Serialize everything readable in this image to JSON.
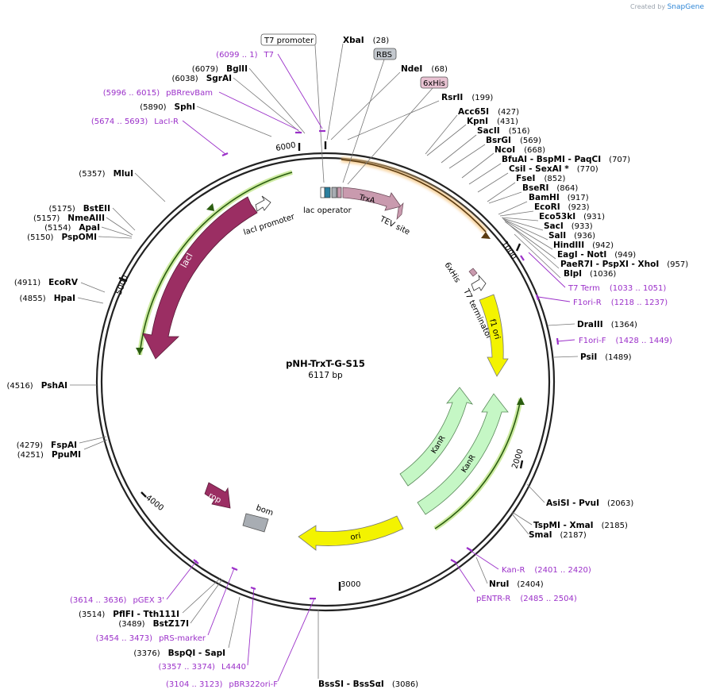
{
  "credit": {
    "prefix": "Created by",
    "brand": "SnapGene"
  },
  "plasmid": {
    "name": "pNH-TrxT-G-S15",
    "size": "6117 bp"
  },
  "ticks": [
    "1000",
    "2000",
    "3000",
    "4000",
    "5000",
    "6000"
  ],
  "features": {
    "t7_promoter": "T7 promoter",
    "rbs": "RBS",
    "sixhis_box": "6xHis",
    "trxa": "TrxA",
    "tev": "TEV site",
    "lac_operator": "lac operator",
    "laci_promoter": "lacI promoter",
    "laci": "lacI",
    "sixhis_inner": "6xHis",
    "t7_terminator": "T7 terminator",
    "f1_ori": "f1 ori",
    "kanr1": "KanR",
    "kanr2": "KanR",
    "ori": "ori",
    "rop": "rop",
    "bom": "bom"
  },
  "sites": [
    {
      "k": "xbai",
      "pos": "(28)",
      "name": "XbaI"
    },
    {
      "k": "ndei",
      "pos": "(68)",
      "name": "NdeI"
    },
    {
      "k": "rsrii",
      "pos": "(199)",
      "name": "RsrII"
    },
    {
      "k": "acc65i",
      "pos": "(427)",
      "name": "Acc65I"
    },
    {
      "k": "kpni",
      "pos": "(431)",
      "name": "KpnI"
    },
    {
      "k": "sacii",
      "pos": "(516)",
      "name": "SacII"
    },
    {
      "k": "bsrgi",
      "pos": "(569)",
      "name": "BsrGI"
    },
    {
      "k": "ncoi",
      "pos": "(668)",
      "name": "NcoI"
    },
    {
      "k": "bfuai",
      "pos": "(707)",
      "name": "BfuAI - BspMI - PaqCI"
    },
    {
      "k": "csii",
      "pos": "(770)",
      "name": "CsiI - SexAI *"
    },
    {
      "k": "fsei",
      "pos": "(852)",
      "name": "FseI"
    },
    {
      "k": "bseri",
      "pos": "(864)",
      "name": "BseRI"
    },
    {
      "k": "bamhi",
      "pos": "(917)",
      "name": "BamHI"
    },
    {
      "k": "ecori",
      "pos": "(923)",
      "name": "EcoRI"
    },
    {
      "k": "eco53ki",
      "pos": "(931)",
      "name": "Eco53kI"
    },
    {
      "k": "saci",
      "pos": "(933)",
      "name": "SacI"
    },
    {
      "k": "sali",
      "pos": "(936)",
      "name": "SalI"
    },
    {
      "k": "hindiii",
      "pos": "(942)",
      "name": "HindIII"
    },
    {
      "k": "eagi",
      "pos": "(949)",
      "name": "EagI - NotI"
    },
    {
      "k": "paer7i",
      "pos": "(957)",
      "name": "PaeR7I - PspXI - XhoI"
    },
    {
      "k": "blpi",
      "pos": "(1036)",
      "name": "BlpI"
    },
    {
      "k": "draiii",
      "pos": "(1364)",
      "name": "DraIII"
    },
    {
      "k": "psii",
      "pos": "(1489)",
      "name": "PsiI"
    },
    {
      "k": "asisi",
      "pos": "(2063)",
      "name": "AsiSI - PvuI"
    },
    {
      "k": "tspmi",
      "pos": "(2185)",
      "name": "TspMI - XmaI"
    },
    {
      "k": "smai",
      "pos": "(2187)",
      "name": "SmaI"
    },
    {
      "k": "nrui",
      "pos": "(2404)",
      "name": "NruI"
    },
    {
      "k": "bsssi",
      "pos": "(3086)",
      "name": "BssSI - BssSαI"
    },
    {
      "k": "bspqi",
      "pos": "(3376)",
      "name": "BspQI - SapI"
    },
    {
      "k": "bstz17i",
      "pos": "(3489)",
      "name": "BstZ17I"
    },
    {
      "k": "pflfi",
      "pos": "(3514)",
      "name": "PflFI - Tth111I"
    },
    {
      "k": "ppumi",
      "pos": "(4251)",
      "name": "PpuMI"
    },
    {
      "k": "fspai",
      "pos": "(4279)",
      "name": "FspAI"
    },
    {
      "k": "pshai",
      "pos": "(4516)",
      "name": "PshAI"
    },
    {
      "k": "hpai",
      "pos": "(4855)",
      "name": "HpaI"
    },
    {
      "k": "ecorv",
      "pos": "(4911)",
      "name": "EcoRV"
    },
    {
      "k": "pspomi",
      "pos": "(5150)",
      "name": "PspOMI"
    },
    {
      "k": "apai",
      "pos": "(5154)",
      "name": "ApaI"
    },
    {
      "k": "nmeaiii",
      "pos": "(5157)",
      "name": "NmeAIII"
    },
    {
      "k": "bsteii",
      "pos": "(5175)",
      "name": "BstEII"
    },
    {
      "k": "mlui",
      "pos": "(5357)",
      "name": "MluI"
    },
    {
      "k": "sphi",
      "pos": "(5890)",
      "name": "SphI"
    },
    {
      "k": "sgrai",
      "pos": "(6038)",
      "name": "SgrAI"
    },
    {
      "k": "bglii",
      "pos": "(6079)",
      "name": "BglII"
    }
  ],
  "primers": [
    {
      "k": "t7",
      "range": "(6099 .. 1)",
      "name": "T7"
    },
    {
      "k": "pbrrevbam",
      "range": "(5996 .. 6015)",
      "name": "pBRrevBam"
    },
    {
      "k": "laci_r",
      "range": "(5674 .. 5693)",
      "name": "LacI-R"
    },
    {
      "k": "t7term",
      "range": "(1033 .. 1051)",
      "name": "T7 Term"
    },
    {
      "k": "f1ori_r",
      "range": "(1218 .. 1237)",
      "name": "F1ori-R"
    },
    {
      "k": "f1ori_f",
      "range": "(1428 .. 1449)",
      "name": "F1ori-F"
    },
    {
      "k": "kan_r",
      "range": "(2401 .. 2420)",
      "name": "Kan-R"
    },
    {
      "k": "pentr_r",
      "range": "(2485 .. 2504)",
      "name": "pENTR-R"
    },
    {
      "k": "pgex3",
      "range": "(3614 .. 3636)",
      "name": "pGEX 3'"
    },
    {
      "k": "prs",
      "range": "(3454 .. 3473)",
      "name": "pRS-marker"
    },
    {
      "k": "l4440",
      "range": "(3357 .. 3374)",
      "name": "L4440"
    },
    {
      "k": "pbr322",
      "range": "(3104 .. 3123)",
      "name": "pBR322ori-F"
    }
  ],
  "colors": {
    "backbone": "#222222",
    "laci": "#9b2e63",
    "trxa": "#c99aae",
    "f1_ori": "#f3f300",
    "ori": "#f3f300",
    "kanr": "#c5f7c5",
    "rop": "#9b2e63",
    "bom": "#a8adb3",
    "primer": "#9b30c9",
    "orf_orange": "#f4a640",
    "orf_green": "#7bc043"
  }
}
